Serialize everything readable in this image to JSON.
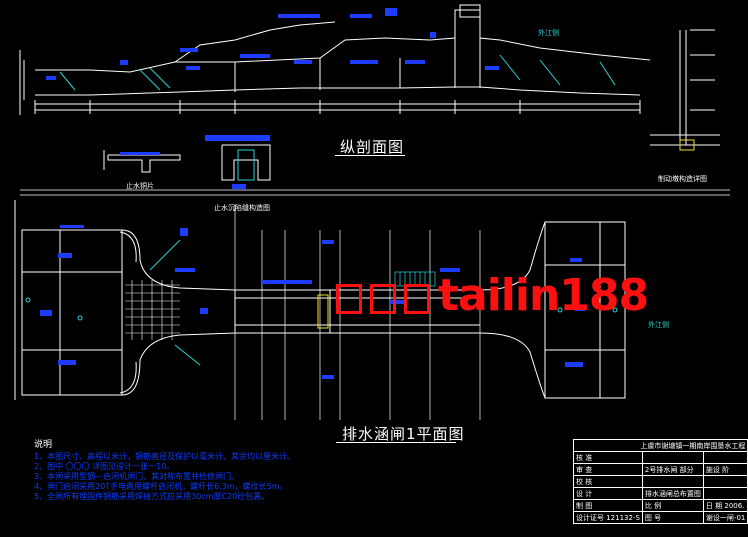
{
  "drawing": {
    "section_title": "纵剖面图",
    "plan_title": "排水涵闸1平面图",
    "detail_labels": {
      "stop_water_strip": "止水铜片",
      "stop_water_joint": "止水沉陷缝构造图",
      "brake_detail": "制动墩构造详图",
      "side_note": "外江侧",
      "plan_side_note": "外江侧"
    },
    "notes": {
      "heading": "说明",
      "items": [
        "1、本图尺寸、高程以米计，钢筋直径及保护以毫米计，其余均以厘米计。",
        "2、图中 〇〇〇 详图见设计一张一10。",
        "3、本闸采用型钢—启闭机闸门，其对称布置并检修闸门。",
        "4、闸门启闭采用20T手电两用螺杆启闭机，螺杆长6.3m，螺纹长5m。",
        "5、全闸所有埋固件钢筋采用焊接方式应采用30cm厚C20砼包裹。"
      ]
    },
    "title_block": {
      "project": "上虞市谢塘镇一期南岸围垦水工程",
      "rows": [
        [
          "核 准",
          "",
          ""
        ],
        [
          "审 查",
          "2号排水闸 部分",
          "施设 阶"
        ],
        [
          "校 核",
          "",
          ""
        ],
        [
          "设 计",
          "排水涵闸总布置图",
          ""
        ],
        [
          "制 图",
          "比 例",
          "日 期 2006."
        ],
        [
          "设计证号 121132-S",
          "图 号",
          "谢设一闸-01"
        ]
      ]
    },
    "watermark": "tailin188"
  }
}
